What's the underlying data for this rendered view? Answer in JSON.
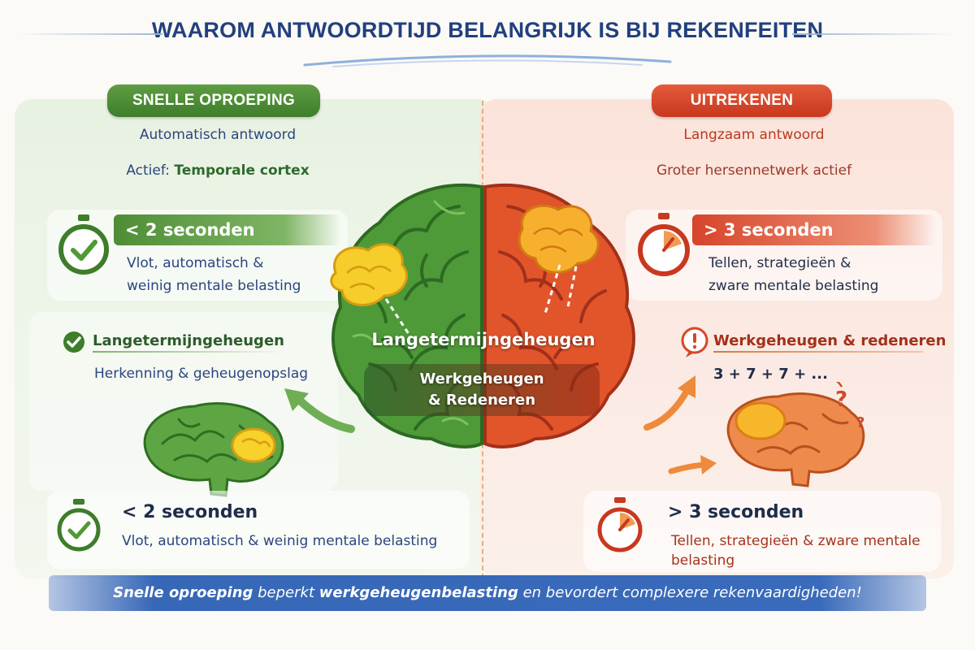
{
  "title": "WAAROM ANTWOORDTIJD BELANGRIJK IS BIJ REKENFEITEN",
  "colors": {
    "green": "#3e7d2a",
    "red": "#c8381f",
    "navy": "#22407e",
    "banner_blue": "#3767b7"
  },
  "left": {
    "pill": "SNELLE OPROEPING",
    "subtitle": "Automatisch antwoord",
    "active_prefix": "Actief: ",
    "active_region": "Temporale cortex",
    "card1": {
      "icon": "stopwatch-check-icon",
      "time": "< 2 seconden",
      "line1": "Vlot, automatisch &",
      "line2": "weinig mentale belasting"
    },
    "memory": {
      "icon": "check-circle-icon",
      "heading": "Langetermijngeheugen",
      "text": "Herkenning & geheugenopslag"
    },
    "card2": {
      "icon": "stopwatch-check-icon",
      "time": "< 2 seconden",
      "text": "Vlot, automatisch & weinig mentale belasting"
    }
  },
  "right": {
    "pill": "UITREKENEN",
    "subtitle": "Langzaam antwoord",
    "network": "Groter hersennetwerk actief",
    "card1": {
      "icon": "stopwatch-red-icon",
      "time": "> 3 seconden",
      "line1": "Tellen, strategieën &",
      "line2": "zware mentale belasting"
    },
    "memory": {
      "icon": "exclamation-bubble-icon",
      "heading": "Werkgeheugen & redeneren",
      "sum": "3 + 7 + 7 + ..."
    },
    "card2": {
      "icon": "stopwatch-red-icon",
      "time": "> 3 seconden",
      "line1": "Tellen, strategieën & zware mentale",
      "line2": "belasting"
    }
  },
  "center": {
    "label1": "Langetermijngeheugen",
    "label2a": "Werkgeheugen",
    "label2b": "& Redeneren"
  },
  "bottom": {
    "part1": "Snelle oproeping",
    "part2": " beperkt ",
    "part3": "werkgeheugenbelasting",
    "part4": " en bevordert complexere rekenvaardigheden!"
  }
}
